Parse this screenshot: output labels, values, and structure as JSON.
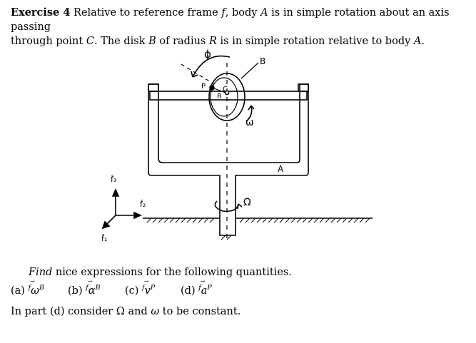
{
  "exercise": {
    "label": "Exercise 4",
    "statement_a": "Relative to reference frame ",
    "sym_f": "f",
    "statement_b": ", body ",
    "sym_A": "A",
    "statement_c": " is in simple rotation about an axis passing",
    "statement_line2a": "through point ",
    "sym_C": "C",
    "statement_line2b": ". The disk ",
    "sym_B": "B",
    "statement_line2c": " of radius ",
    "sym_R": "R",
    "statement_line2d": " is in simple rotation relative to body ",
    "sym_A2": "A",
    "statement_line2e": "."
  },
  "figure": {
    "labels": {
      "phi": "ϕ",
      "B": "B",
      "P": "P",
      "C": "C",
      "R": "R",
      "omega": "ω",
      "A": "A",
      "Omega": "Ω",
      "f3": "f̂₃",
      "f2": "f̂₂",
      "f1": "f̂₁"
    }
  },
  "instructions": {
    "find": "Find",
    "rest": " nice expressions for the following quantities."
  },
  "parts": [
    {
      "label": "(a)",
      "sup_left": "f",
      "symbol": "ω",
      "sup_right": "B"
    },
    {
      "label": "(b)",
      "sup_left": "f",
      "symbol": "α",
      "sup_right": "B"
    },
    {
      "label": "(c)",
      "sup_left": "f",
      "symbol": "v",
      "sup_right": "P"
    },
    {
      "label": "(d)",
      "sup_left": "f",
      "symbol": "a",
      "sup_right": "P"
    }
  ],
  "note": {
    "a": "In part (d) consider ",
    "Omega": "Ω",
    "b": " and ",
    "omega": "ω",
    "c": " to be constant."
  }
}
